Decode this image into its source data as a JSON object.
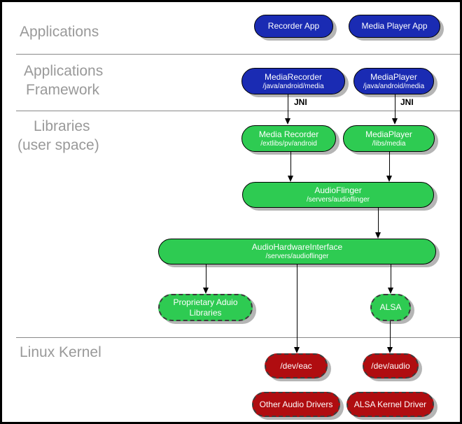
{
  "section_labels": {
    "applications": "Applications",
    "framework_line1": "Applications",
    "framework_line2": "Framework",
    "libraries_line1": "Libraries",
    "libraries_line2": "(user space)",
    "linux_kernel": "Linux Kernel"
  },
  "nodes": {
    "recorder_app": {
      "label": "Recorder App"
    },
    "media_player_app": {
      "label": "Media Player App"
    },
    "media_recorder_fw": {
      "label": "MediaRecorder",
      "path": "/java/android/media"
    },
    "media_player_fw": {
      "label": "MediaPlayer",
      "path": "/java/android/media"
    },
    "media_recorder_lib": {
      "label": "Media Recorder",
      "path": "/extlibs/pv/android"
    },
    "media_player_lib": {
      "label": "MediaPlayer",
      "path": "/libs/media"
    },
    "audio_flinger": {
      "label": "AudioFlinger",
      "path": "/servers/audioflinger"
    },
    "audio_hardware_interface": {
      "label": "AudioHardwareInterface",
      "path": "/servers/audioflinger"
    },
    "proprietary_audio_libraries": {
      "label_line1": "Proprietary Aduio",
      "label_line2": "Libraries"
    },
    "alsa": {
      "label": "ALSA"
    },
    "dev_eac": {
      "label": "/dev/eac"
    },
    "dev_audio": {
      "label": "/dev/audio"
    },
    "other_audio_drivers": {
      "label": "Other Audio Drivers"
    },
    "alsa_kernel_driver": {
      "label": "ALSA Kernel Driver"
    }
  },
  "annotations": {
    "jni_left": "JNI",
    "jni_right": "JNI"
  },
  "colors": {
    "app-blue": "#1a2bb3",
    "lib-green": "#2ecb52",
    "kernel-red": "#b00d10",
    "shadow-gray": "#b5b5b5",
    "label-gray": "#999999",
    "divider-gray": "#888888"
  }
}
